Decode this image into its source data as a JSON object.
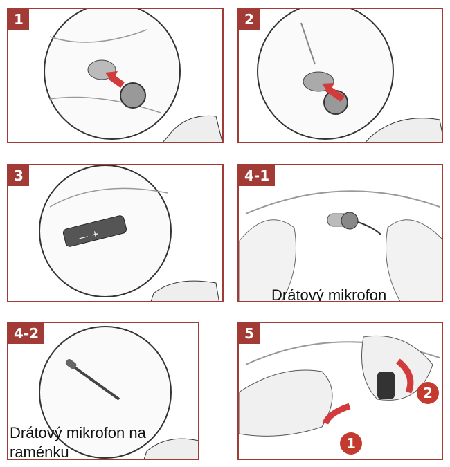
{
  "steps": {
    "s1": {
      "badge": "1"
    },
    "s2": {
      "badge": "2"
    },
    "s3": {
      "badge": "3"
    },
    "s41": {
      "badge": "4-1",
      "caption": "Drátový mikrofon"
    },
    "s42": {
      "badge": "4-2",
      "caption_line1": "Drátový mikrofon na",
      "caption_line2": "raménku"
    },
    "s5": {
      "badge": "5",
      "marker1": "1",
      "marker2": "2"
    }
  },
  "colors": {
    "accent": "#a23a36",
    "arrow": "#d23b3b",
    "marker": "#c33a2e",
    "line": "#333333"
  },
  "icons": [
    "arrow-icon",
    "speaker-illustration",
    "button-control-illustration",
    "microphone-illustration",
    "hands-illustration"
  ]
}
